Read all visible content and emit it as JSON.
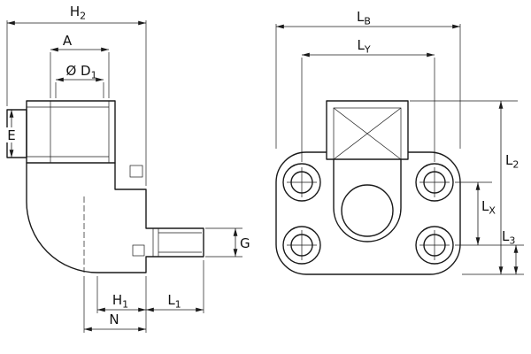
{
  "drawing": {
    "type": "technical-dimension-drawing",
    "colors": {
      "line": "#1a1a1a",
      "background": "#ffffff"
    }
  },
  "labels": {
    "h2": {
      "base": "H",
      "sub": "2"
    },
    "a": "A",
    "d1": {
      "base": "Ø D",
      "sub": "1"
    },
    "e": "E",
    "g": "G",
    "h1": {
      "base": "H",
      "sub": "1"
    },
    "l1": {
      "base": "L",
      "sub": "1"
    },
    "n": "N",
    "lb": {
      "base": "L",
      "sub": "B"
    },
    "ly": {
      "base": "L",
      "sub": "Y"
    },
    "l2": {
      "base": "L",
      "sub": "2"
    },
    "lx": {
      "base": "L",
      "sub": "X"
    },
    "l3": {
      "base": "L",
      "sub": "3"
    }
  }
}
